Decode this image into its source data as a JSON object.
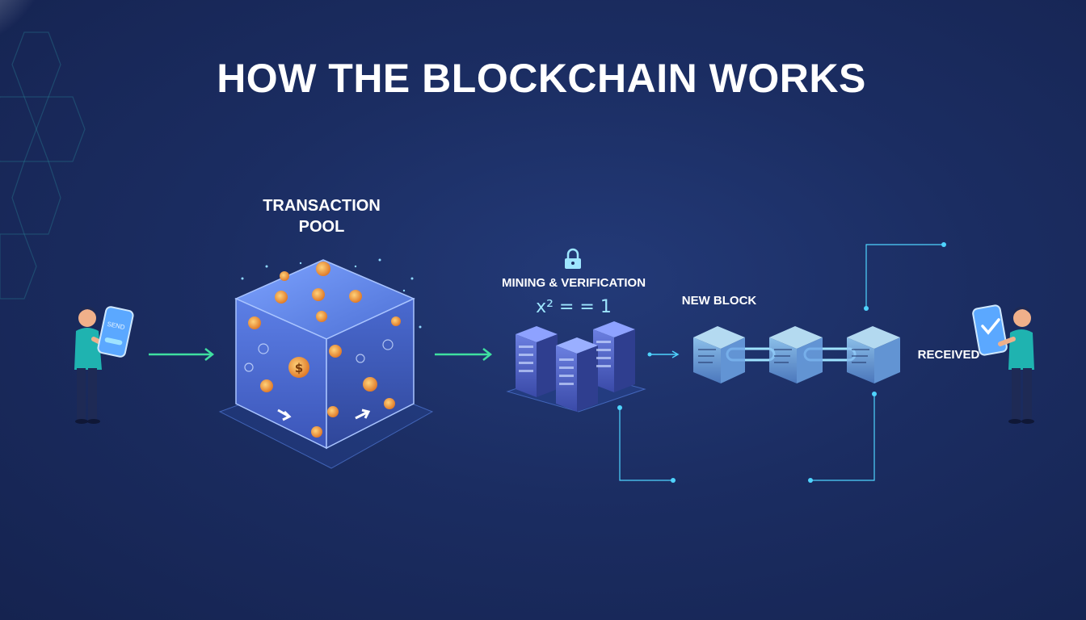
{
  "title": "HOW THE BLOCKCHAIN WORKS",
  "stages": {
    "pool": {
      "label_line1": "TRANSACTION",
      "label_line2": "POOL"
    },
    "mining": {
      "label": "MINING & VERIFICATION",
      "formula": "x² = = 1"
    },
    "new_block": {
      "label": "NEW BLOCK"
    },
    "received": {
      "label": "RECEIVED"
    }
  },
  "sender": {
    "phone_text": "SEND"
  },
  "colors": {
    "background": "#1b2d62",
    "arrow": "#3fe0a0",
    "accent_cyan": "#4fd4ff",
    "cube": "#5b7fe0",
    "person_shirt": "#1fb3b0",
    "person_pants": "#1e2a55",
    "coin": "#f2a640"
  },
  "icons": [
    "lock-icon",
    "checkmark-icon",
    "dollar-coin-icon",
    "server-icon",
    "person-icon",
    "phone-icon"
  ]
}
